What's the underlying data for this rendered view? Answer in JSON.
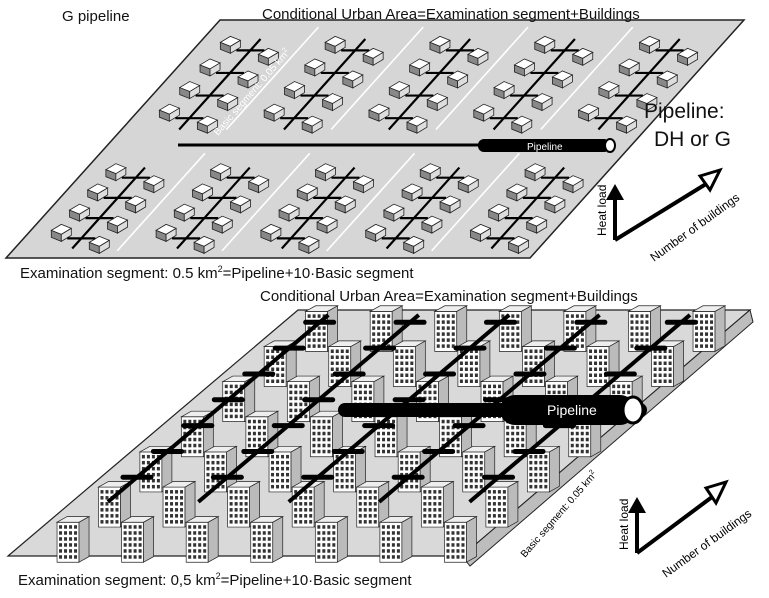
{
  "top_panel": {
    "title": "G pipeline",
    "area_label": "Conditional Urban Area=Examination segment+Buildings",
    "basic_segment": "Basic segment: 0.05 km",
    "basic_segment_sup": "2",
    "pipeline_label": "Pipeline",
    "examination_prefix": "Examination segment: 0.5 km",
    "examination_sup": "2",
    "examination_suffix": "=Pipeline+10·Basic segment"
  },
  "side_label": {
    "line1": "Pipeline:",
    "line2": "DH or G"
  },
  "axes": {
    "vertical": "Heat load",
    "diagonal": "Number of buildings"
  },
  "bottom_panel": {
    "area_label": "Conditional Urban Area=Examination segment+Buildings",
    "pipeline_label": "Pipeline",
    "basic_segment": "Basic segment: 0.05 km",
    "basic_segment_sup": "2",
    "examination_prefix": "Examination segment: 0,5 km",
    "examination_sup": "2",
    "examination_suffix": "=Pipeline+10·Basic segment"
  }
}
